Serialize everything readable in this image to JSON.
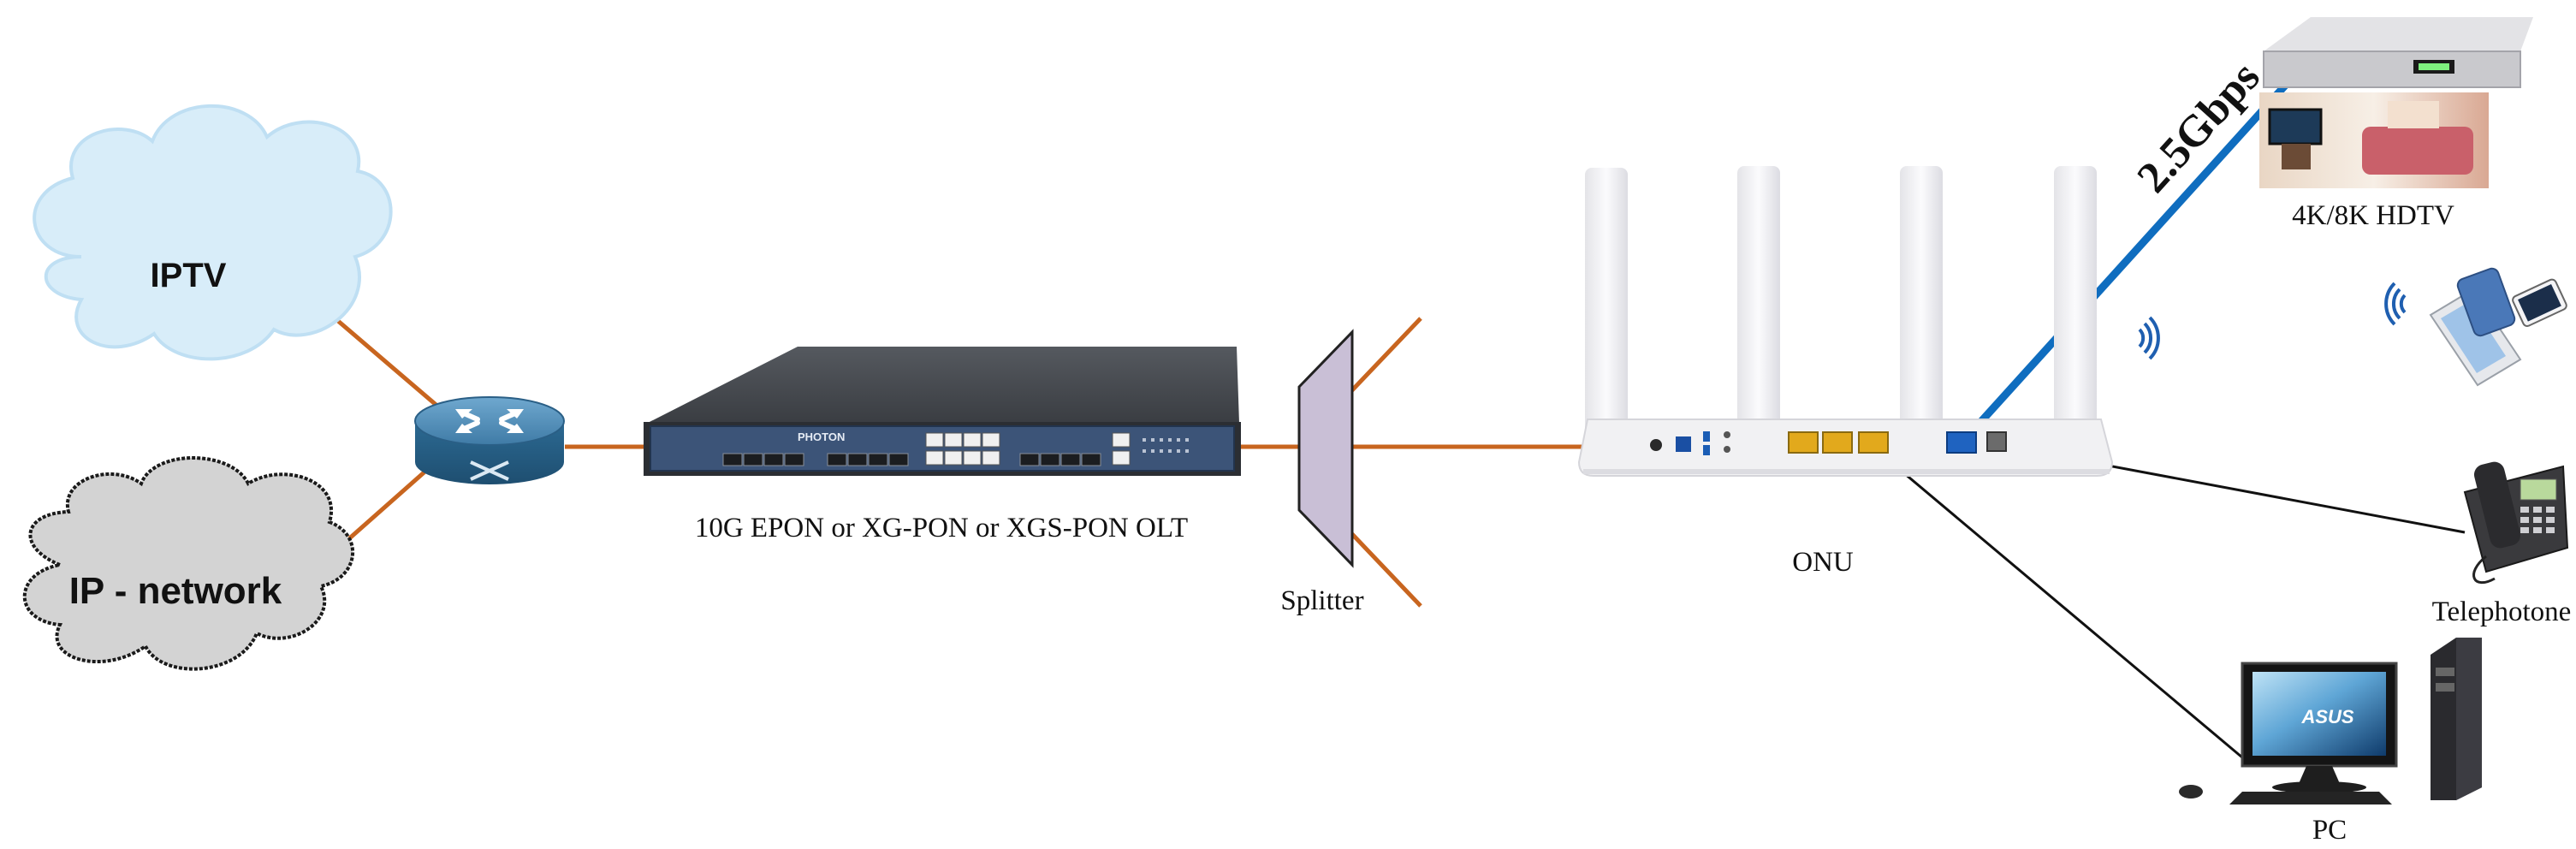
{
  "nodes": {
    "iptv": "IPTV",
    "ip_network": "IP - network",
    "olt_label": "10G EPON or XG-PON or XGS-PON OLT",
    "olt_brand": "PHOTON",
    "splitter": "Splitter",
    "onu": "ONU",
    "hdtv": "4K/8K HDTV",
    "telephone": "Telephotone",
    "pc": "PC",
    "monitor_brand": "ASUS"
  },
  "links": {
    "speed": "2.5Gbps"
  },
  "colors": {
    "fiber": "#c8651f",
    "speed_link": "#0f6dbf",
    "ethernet": "#111111",
    "cloud_iptv": "#d8edf9",
    "cloud_ip": "#d3d3d3",
    "router_blue": "#2f6d95",
    "olt_body": "#3d4147",
    "splitter": "#c9bfd6",
    "onu_body": "#f1f1f3"
  },
  "icons": {
    "router": "router-icon",
    "olt": "olt-chassis-icon",
    "onu": "onu-router-icon",
    "stb": "set-top-box-icon",
    "phone": "desk-phone-icon",
    "pc": "desktop-pc-icon",
    "mobile": "mobile-devices-icon",
    "wifi": "wifi-signal-icon"
  }
}
